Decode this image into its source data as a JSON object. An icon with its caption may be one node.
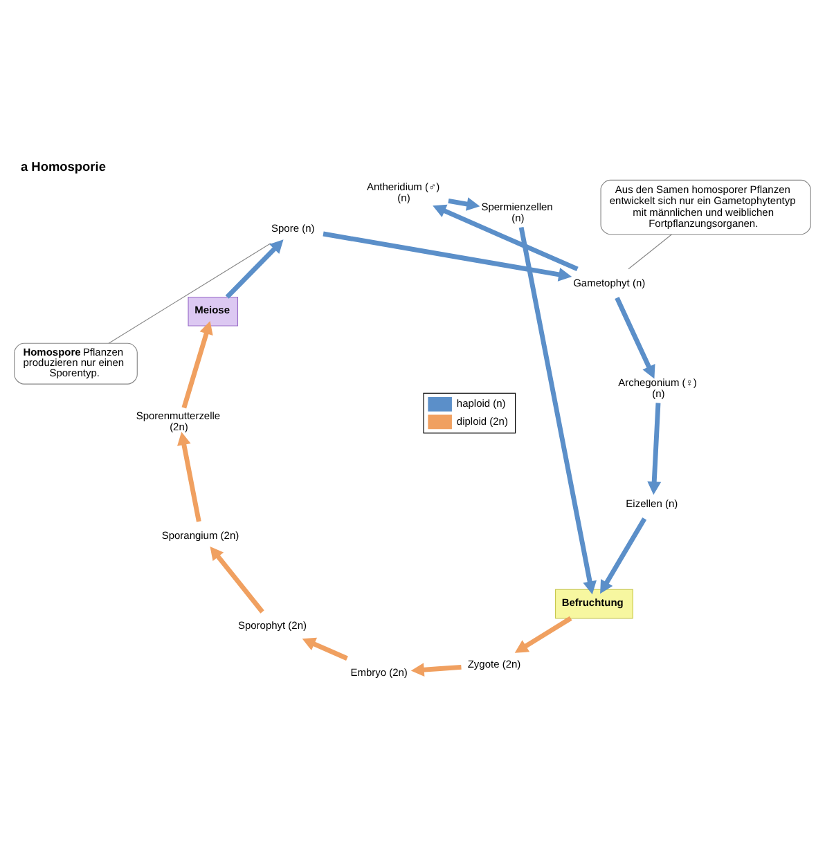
{
  "diagram": {
    "title": "a Homosporie",
    "nodes": [
      {
        "text": [
          "**Homospore** Pflanzen produzieren nur einen Sporentyp."
        ]
      },
      {
        "text": [
          "Aus den Samen homosporer Pflanzen entwickelt sich nur ein Gametophytentyp mit männlichen und weiblichen Fortpflanzungsorganen."
        ]
      },
      {
        "text": [
          "Gametophyt (n)"
        ]
      },
      {
        "text": [
          "Archegonium (♀) (n)"
        ]
      },
      {
        "text": [
          "Antheridium (♂) (n)"
        ]
      },
      {
        "text": [
          "Eizellen (n)"
        ]
      },
      {
        "text": [
          "Spermienzellen (n)"
        ]
      },
      {
        "text": [
          "Befruchtung"
        ]
      },
      {
        "text": [
          "Zygote (2n)"
        ]
      },
      {
        "text": [
          "Embryo (2n)"
        ]
      },
      {
        "text": [
          "Sporophyt (2n)"
        ]
      },
      {
        "text": [
          "Sporangium (2n)"
        ]
      },
      {
        "text": [
          "Sporenmutterzelle (2n)"
        ]
      },
      {
        "text": [
          "Meiose"
        ]
      },
      {
        "text": [
          "Spore (n)"
        ]
      }
    ],
    "edges": [
      {
        "from": 0,
        "to": 14,
        "arrow": "none",
        "color": "#888888"
      },
      {
        "from": 1,
        "to": 2,
        "arrow": "none",
        "color": "#888888"
      },
      {
        "from": 14,
        "to": 2,
        "arrow": "to"
      },
      {
        "from": 2,
        "to": 3,
        "arrow": "to"
      },
      {
        "from": 2,
        "to": 4,
        "arrow": "to"
      },
      {
        "from": 3,
        "to": 5,
        "arrow": "to"
      },
      {
        "from": 4,
        "to": 6,
        "arrow": "to"
      },
      {
        "from": 6,
        "to": 7,
        "arrow": "to"
      },
      {
        "from": 5,
        "to": 7,
        "arrow": "to"
      },
      {
        "from": 7,
        "to": 8,
        "arrow": "to",
        "color": "#f0a060"
      },
      {
        "from": 8,
        "to": 9,
        "arrow": "to",
        "color": "#f0a060"
      },
      {
        "from": 9,
        "to": 10,
        "arrow": "to",
        "color": "#f0a060"
      },
      {
        "from": 10,
        "to": 11,
        "arrow": "to",
        "color": "#f0a060"
      },
      {
        "from": 11,
        "to": 12,
        "arrow": "to",
        "color": "#f0a060"
      },
      {
        "from": 12,
        "to": 13,
        "arrow": "to",
        "color": "#f0a060"
      },
      {
        "from": 13,
        "to": 14,
        "arrow": "to"
      }
    ],
    "legend": [
      {
        "text": "haploid (n)",
        "color": "#5b8fc9"
      },
      {
        "text": "diploid (2n)",
        "color": "#f0a060"
      }
    ]
  }
}
